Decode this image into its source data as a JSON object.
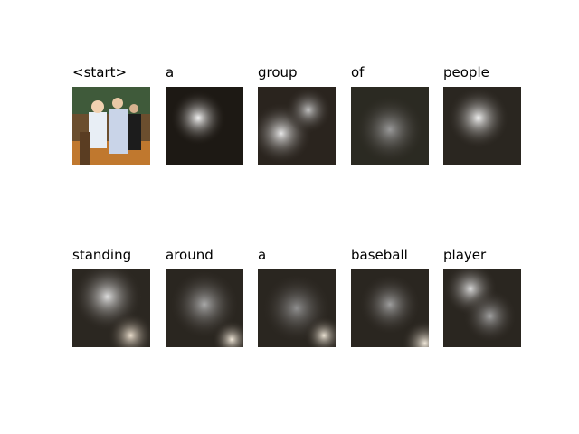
{
  "tokens": [
    {
      "word": "<start>",
      "kind": "original"
    },
    {
      "word": "a",
      "kind": "attention"
    },
    {
      "word": "group",
      "kind": "attention"
    },
    {
      "word": "of",
      "kind": "attention"
    },
    {
      "word": "people",
      "kind": "attention"
    },
    {
      "word": "standing",
      "kind": "attention"
    },
    {
      "word": "around",
      "kind": "attention"
    },
    {
      "word": "a",
      "kind": "attention"
    },
    {
      "word": "baseball",
      "kind": "attention"
    },
    {
      "word": "player",
      "kind": "attention"
    }
  ]
}
